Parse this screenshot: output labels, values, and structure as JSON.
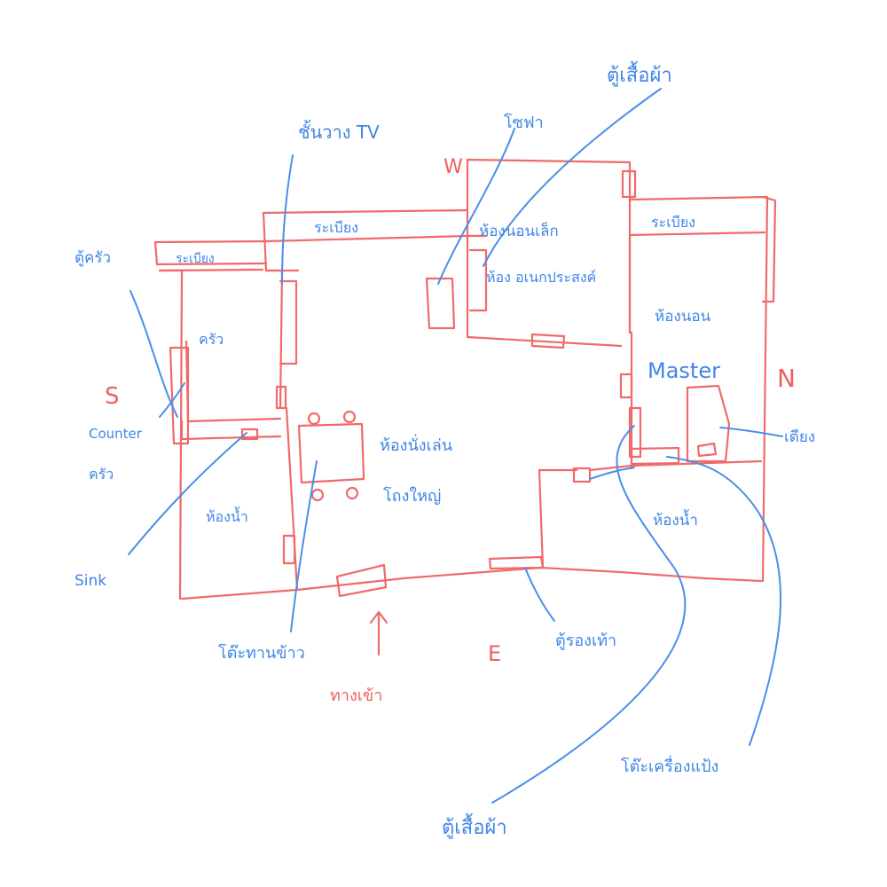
{
  "compass": {
    "west": "W",
    "south": "S",
    "north": "N",
    "east": "E"
  },
  "entrance_label": "ทางเข้า",
  "rooms": {
    "kitchen": "ครัว",
    "bathroom_left": "ห้องน้ำ",
    "living_line1": "ห้องนั่งเล่น",
    "living_line2": "โถงใหญ่",
    "small_bedroom": "ห้องนอนเล็ก",
    "multipurpose": "ห้อง อเนกประสงค์",
    "master_line1": "ห้องนอน",
    "master_line2": "Master",
    "bathroom_right": "ห้องน้ำ"
  },
  "balconies": {
    "left": "ระเบียง",
    "middle": "ระเบียง",
    "right": "ระเบียง"
  },
  "annotations": {
    "kitchen_cabinet": "ตู้ครัว",
    "counter_line1": "Counter",
    "counter_line2": "ครัว",
    "sink": "Sink",
    "tv_shelf": "ชั้นวาง TV",
    "sofa": "โซฟา",
    "wardrobe_top": "ตู้เสื้อผ้า",
    "dining_table": "โต๊ะทานข้าว",
    "shoe_cabinet": "ตู้รองเท้า",
    "bed": "เตียง",
    "wardrobe_bottom": "ตู้เสื้อผ้า",
    "dressing_table": "โต๊ะเครื่องแป้ง"
  }
}
